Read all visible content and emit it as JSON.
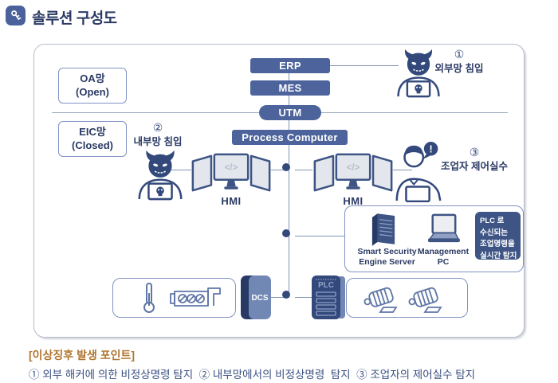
{
  "title": {
    "text": "솔루션 구성도"
  },
  "zones": {
    "oa_line1": "OA망",
    "oa_line2": "(Open)",
    "eic_line1": "EIC망",
    "eic_line2": "(Closed)"
  },
  "stack": {
    "erp": "ERP",
    "mes": "MES",
    "utm": "UTM",
    "process_computer": "Process Computer"
  },
  "threats": {
    "t1_num": "①",
    "t1_label": "외부망 침입",
    "t2_num": "②",
    "t2_label": "내부망 침입",
    "t3_num": "③",
    "t3_label": "조업자 제어실수",
    "alert_mark": "!"
  },
  "hmi": {
    "left": "HMI",
    "right": "HMI",
    "code_glyph": "</>"
  },
  "security": {
    "server_line1": "Smart Security",
    "server_line2": "Engine Server",
    "pc_line1": "Management",
    "pc_line2": "PC",
    "callout_line1": "PLC 로",
    "callout_line2": "수신되는",
    "callout_line3": "조업명령을",
    "callout_line4": "실시간 탐지"
  },
  "controllers": {
    "dcs": "DCS",
    "plc": "PLC"
  },
  "footer": {
    "heading": "[이상징후 발생 포인트]",
    "points": "① 외부 해커에 의한 비정상명령 탐지  ② 내부망에서의 비정상명령  탐지  ③ 조업자의 제어실수 탐지"
  },
  "colors": {
    "navy": "#33497c",
    "box_blue": "#4c639b",
    "dark_box": "#3d5484",
    "accent_orange": "#b0752f",
    "line": "#8095b3"
  }
}
